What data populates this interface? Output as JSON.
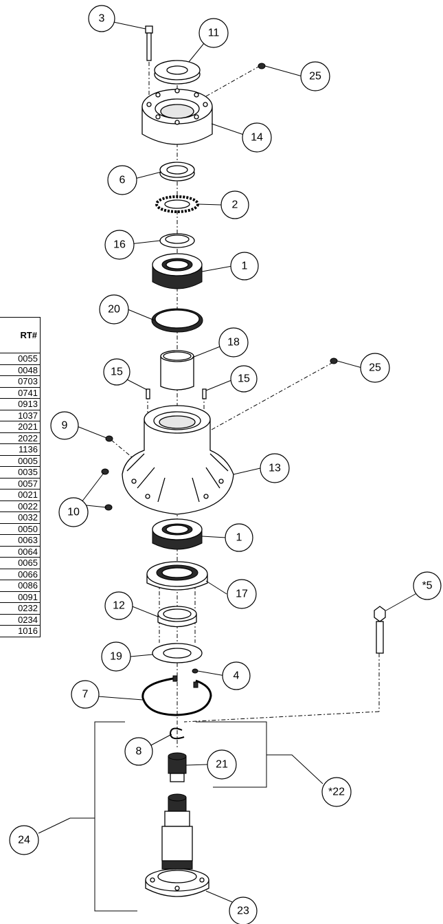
{
  "table": {
    "header": "RT#",
    "rows": [
      "0055",
      "0048",
      "0703",
      "0741",
      "0913",
      "1037",
      "2021",
      "2022",
      "1136",
      "0005",
      "0035",
      "0057",
      "0021",
      "0022",
      "0032",
      "0050",
      "0063",
      "0064",
      "0065",
      "0066",
      "0086",
      "0091",
      "0232",
      "0234",
      "1016"
    ]
  },
  "callouts": [
    {
      "id": "3",
      "label": "3"
    },
    {
      "id": "11",
      "label": "11"
    },
    {
      "id": "25a",
      "label": "25"
    },
    {
      "id": "14",
      "label": "14"
    },
    {
      "id": "6",
      "label": "6"
    },
    {
      "id": "2",
      "label": "2"
    },
    {
      "id": "16",
      "label": "16"
    },
    {
      "id": "1a",
      "label": "1"
    },
    {
      "id": "20",
      "label": "20"
    },
    {
      "id": "18",
      "label": "18"
    },
    {
      "id": "15a",
      "label": "15"
    },
    {
      "id": "15b",
      "label": "15"
    },
    {
      "id": "25b",
      "label": "25"
    },
    {
      "id": "9",
      "label": "9"
    },
    {
      "id": "13",
      "label": "13"
    },
    {
      "id": "10",
      "label": "10"
    },
    {
      "id": "1b",
      "label": "1"
    },
    {
      "id": "17",
      "label": "17"
    },
    {
      "id": "5",
      "label": "*5"
    },
    {
      "id": "12",
      "label": "12"
    },
    {
      "id": "19",
      "label": "19"
    },
    {
      "id": "4",
      "label": "4"
    },
    {
      "id": "7",
      "label": "7"
    },
    {
      "id": "8",
      "label": "8"
    },
    {
      "id": "21",
      "label": "21"
    },
    {
      "id": "22",
      "label": "*22"
    },
    {
      "id": "24",
      "label": "24"
    },
    {
      "id": "23",
      "label": "23"
    }
  ]
}
